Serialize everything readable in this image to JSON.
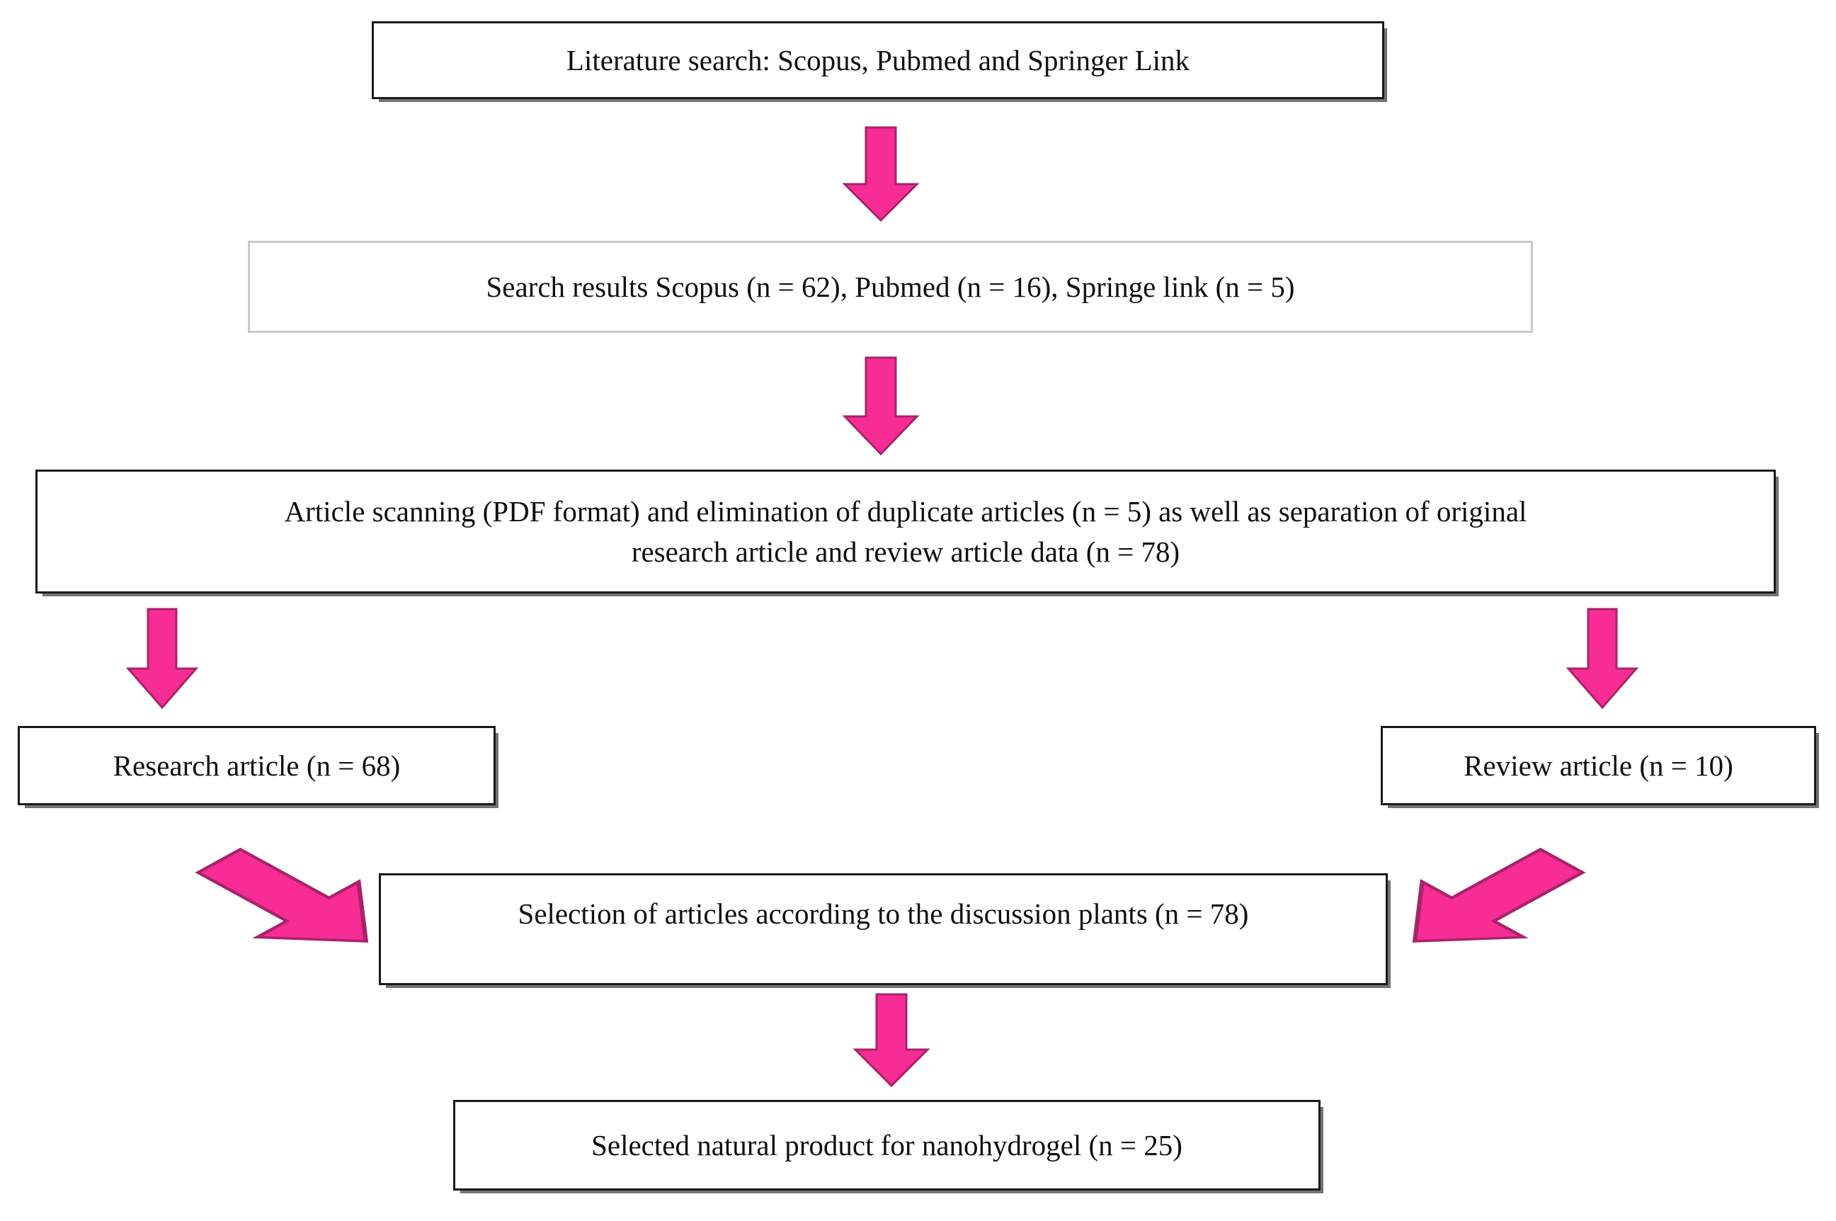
{
  "diagram": {
    "title": "Literature search and article selection flowchart",
    "accent_color": "#f72c94",
    "accent_outline_color": "#a8236a",
    "box_border_dark": "#1a1a1a",
    "box_border_light": "#c9c9c9",
    "text_color": "#101010",
    "background": "#ffffff"
  },
  "nodes": [
    {
      "id": "literature-search",
      "label": "Literature search: Scopus, Pubmed and Springer Link"
    },
    {
      "id": "search-results",
      "label": "Search results Scopus (n = 62), Pubmed (n = 16), Springe link (n = 5)"
    },
    {
      "id": "article-scanning",
      "label": "Article scanning (PDF format) and elimination of duplicate articles (n = 5) as well as separation of original\nresearch article and review article data (n = 78)"
    },
    {
      "id": "research-article",
      "label": "Research article (n = 68)"
    },
    {
      "id": "review-article",
      "label": "Review article (n = 10)"
    },
    {
      "id": "selection-of-articles",
      "label": "Selection of articles according to the discussion plants (n = 78)"
    },
    {
      "id": "selected-natural-product",
      "label": "Selected natural product for nanohydrogel (n = 25)"
    }
  ],
  "arrows": [
    {
      "id": "arrow-search-to-results",
      "direction": "down"
    },
    {
      "id": "arrow-results-to-scanning",
      "direction": "down"
    },
    {
      "id": "arrow-scanning-to-research",
      "direction": "down"
    },
    {
      "id": "arrow-scanning-to-review",
      "direction": "down"
    },
    {
      "id": "arrow-research-to-selection",
      "direction": "down-right"
    },
    {
      "id": "arrow-review-to-selection",
      "direction": "down-left"
    },
    {
      "id": "arrow-selection-to-selected",
      "direction": "down"
    }
  ]
}
